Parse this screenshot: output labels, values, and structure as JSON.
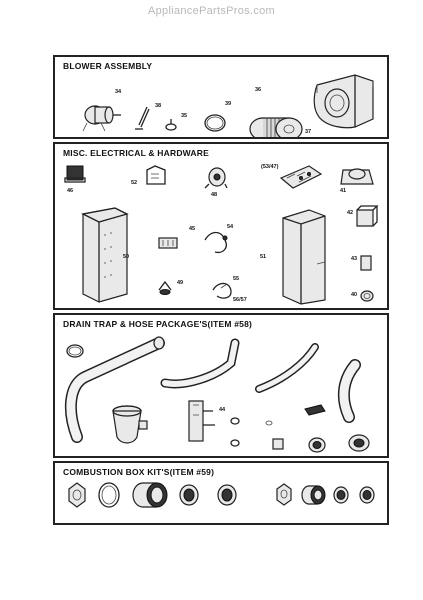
{
  "watermark": "AppliancePartsPros.com",
  "sections": {
    "blower": {
      "title": "BLOWER ASSEMBLY"
    },
    "electrical": {
      "title": "MISC. ELECTRICAL & HARDWARE"
    },
    "drain": {
      "title": "DRAIN TRAP & HOSE PACKAGE'S(ITEM #58)"
    },
    "combustion": {
      "title": "COMBUSTION BOX KIT'S(ITEM #59)"
    }
  },
  "part_numbers": {
    "blower": [
      "34",
      "38",
      "35",
      "39",
      "36",
      "37"
    ],
    "electrical": [
      "46",
      "52",
      "48",
      "(53/47)",
      "41",
      "45",
      "54",
      "50",
      "51",
      "42",
      "43",
      "49",
      "55",
      "56/57",
      "40"
    ],
    "drain": [
      "44"
    ]
  }
}
